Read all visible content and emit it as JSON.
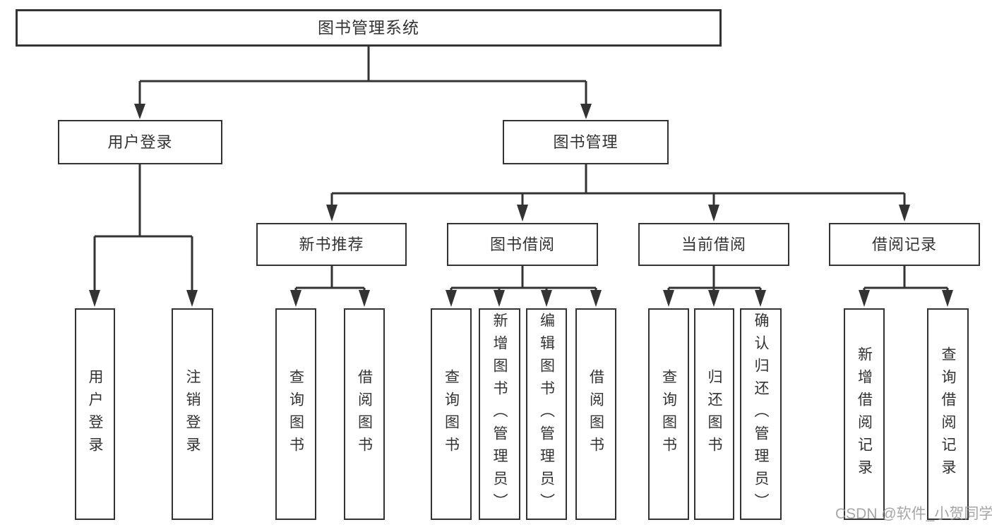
{
  "tree": {
    "label": "图书管理系统",
    "children": [
      {
        "label": "用户登录",
        "children": [
          {
            "label": "用户登录"
          },
          {
            "label": "注销登录"
          }
        ]
      },
      {
        "label": "图书管理",
        "children": [
          {
            "label": "新书推荐",
            "children": [
              {
                "label": "查询图书"
              },
              {
                "label": "借阅图书"
              }
            ]
          },
          {
            "label": "图书借阅",
            "children": [
              {
                "label": "查询图书"
              },
              {
                "label": "新增图书（管理员）"
              },
              {
                "label": "编辑图书（管理员）"
              },
              {
                "label": "借阅图书"
              }
            ]
          },
          {
            "label": "当前借阅",
            "children": [
              {
                "label": "查询图书"
              },
              {
                "label": "归还图书"
              },
              {
                "label": "确认归还（管理员）"
              }
            ]
          },
          {
            "label": "借阅记录",
            "children": [
              {
                "label": "新增借阅记录"
              },
              {
                "label": "查询借阅记录"
              }
            ]
          }
        ]
      }
    ]
  },
  "watermark": {
    "text": "CSDN @软件_小贺同学"
  },
  "colors": {
    "background": "#ffffff",
    "line": "#333333",
    "box_border": "#333333",
    "box_fill": "#ffffff",
    "text": "#333333",
    "watermark": "#969696"
  }
}
